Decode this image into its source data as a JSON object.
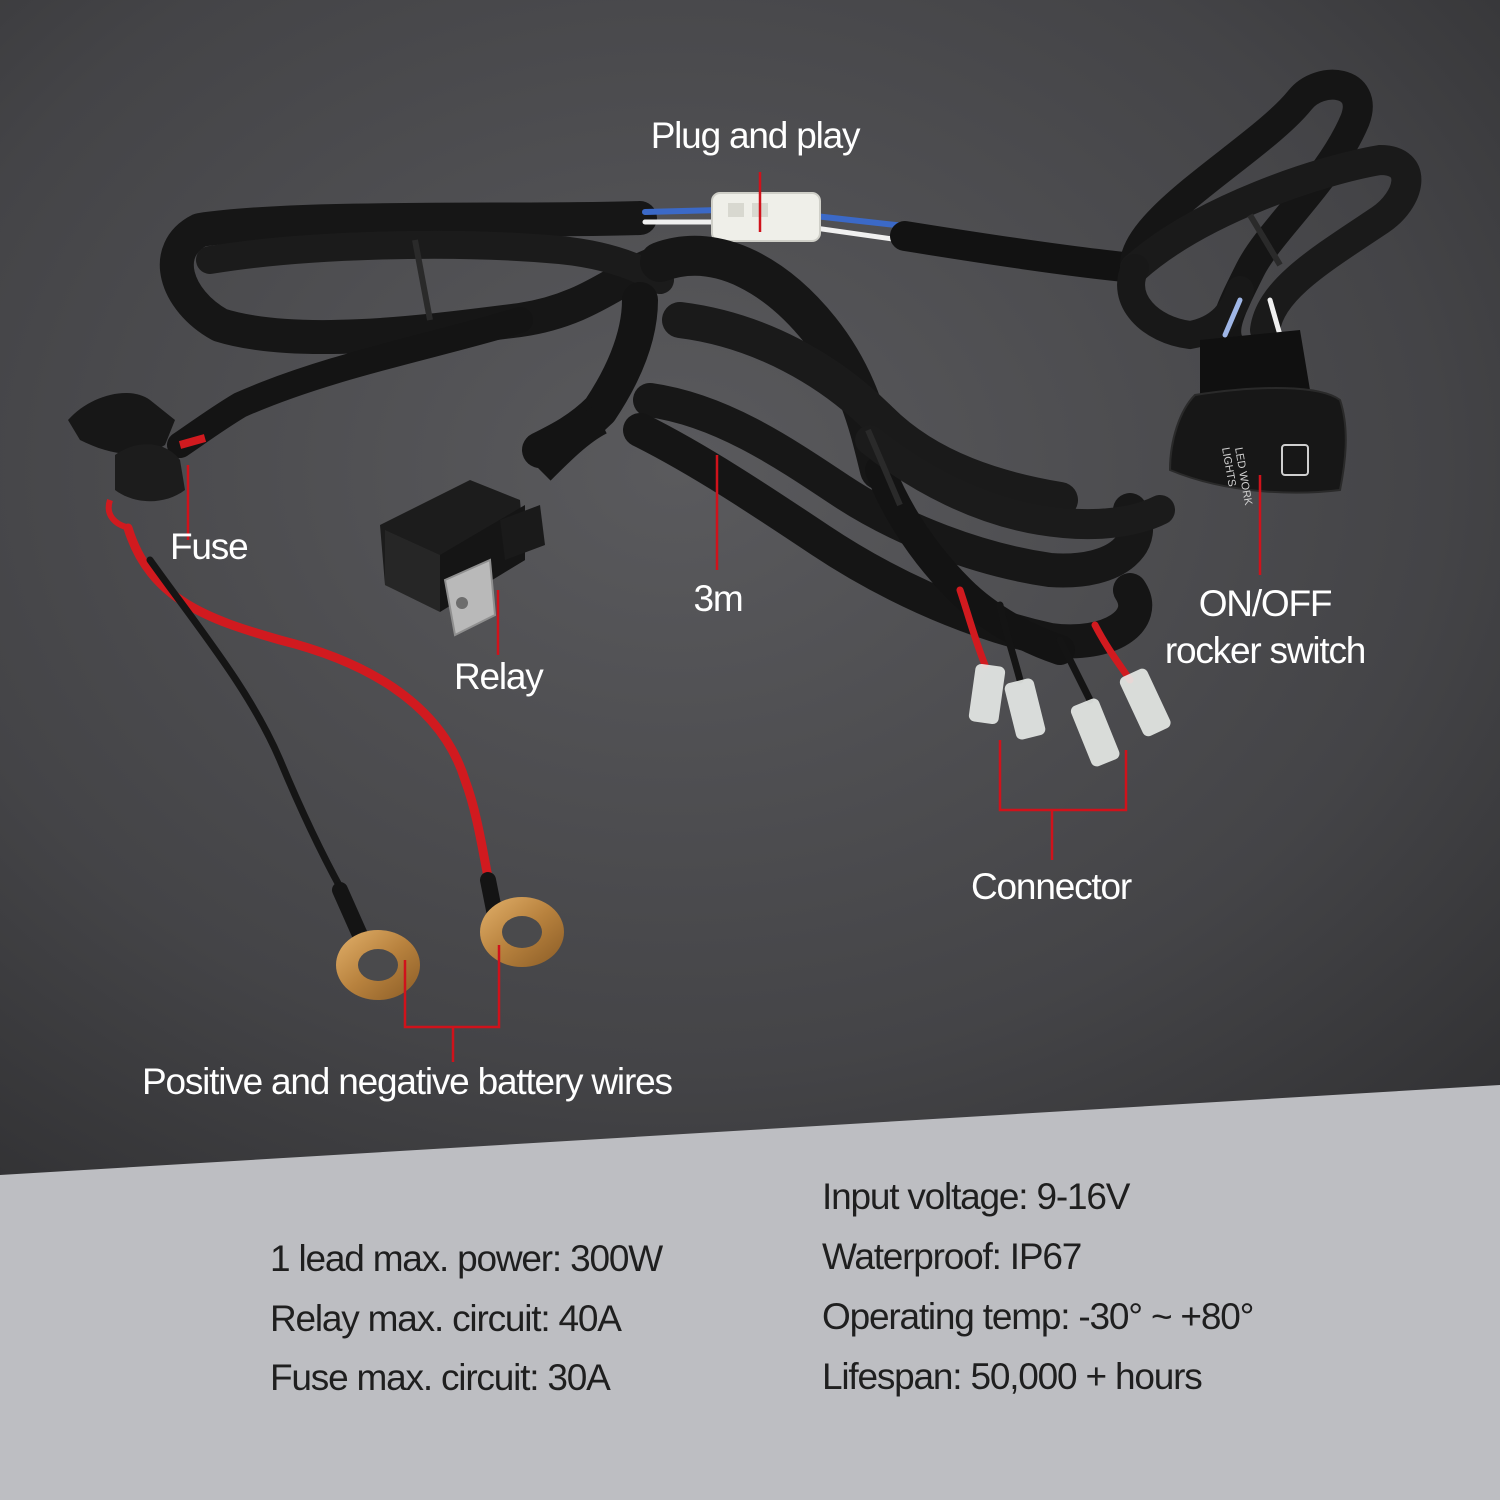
{
  "callouts": {
    "plug_and_play": "Plug and play",
    "fuse": "Fuse",
    "relay": "Relay",
    "length": "3m",
    "switch_line1": "ON/OFF",
    "switch_line2": "rocker switch",
    "connector": "Connector",
    "battery_wires": "Positive and negative battery wires"
  },
  "switch_face": {
    "line1": "LED WORK",
    "line2": "LIGHTS"
  },
  "specs": {
    "left": [
      "1 lead max. power: 300W",
      "Relay max. circuit: 40A",
      "Fuse max. circuit: 30A"
    ],
    "right": [
      "Input voltage: 9-16V",
      "Waterproof: IP67",
      "Operating temp: -30° ~ +80°",
      "Lifespan: 50,000 + hours"
    ]
  },
  "colors": {
    "background_dark": "#3a3a3c",
    "spec_panel": "#bdbec2",
    "callout_line": "#d0121b",
    "red_wire": "#d11a1f",
    "sleeve": "#161616",
    "callout_text": "#ffffff",
    "spec_text": "#1f1f1f"
  }
}
